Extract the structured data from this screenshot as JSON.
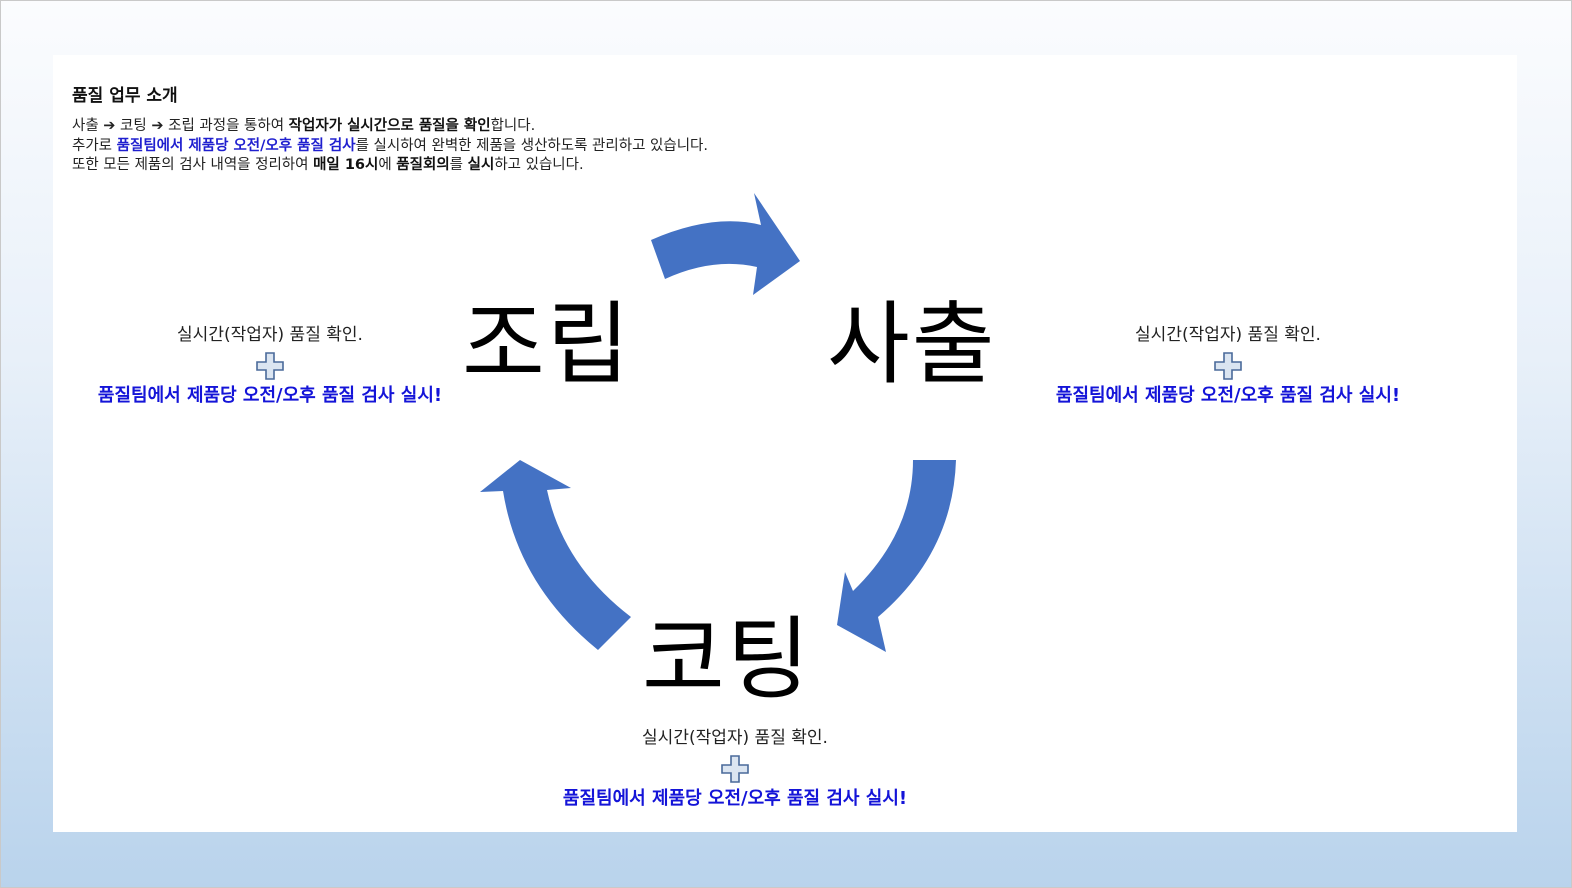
{
  "slide": {
    "title": "품질 업무 소개",
    "intro": {
      "line1": {
        "p1": "사출 ",
        "arrow1": "➔",
        "p2": " 코팅 ",
        "arrow2": "➔",
        "p3": " 조립 과정을 통하여 ",
        "bold1": "작업자가 실시간으로 품질을 확인",
        "p4": "합니다."
      },
      "line2": {
        "p1": "추가로 ",
        "blue1": "품질팀에서 제품당 오전/오후 품질 검사",
        "p2": "를 실시하여 완벽한 제품을 생산하도록 관리하고 있습니다."
      },
      "line3": {
        "p1": "또한 모든 제품의 검사 내역을 정리하여 ",
        "bold1": "매일 16시",
        "p2": "에 ",
        "bold2": "품질회의",
        "p3": "를 ",
        "bold3": "실시",
        "p4": "하고 있습니다."
      }
    },
    "stages": {
      "assembly": "조립",
      "injection": "사출",
      "coating": "코팅"
    },
    "notes": {
      "left": {
        "sub": "실시간(작업자) 품질 확인.",
        "em": "품질팀에서 제품당 오전/오후 품질 검사 실시!"
      },
      "right": {
        "sub": "실시간(작업자) 품질 확인.",
        "em": "품질팀에서 제품당 오전/오후 품질 검사 실시!"
      },
      "bottom": {
        "sub": "실시간(작업자) 품질 확인.",
        "em": "품질팀에서 제품당 오전/오후 품질 검사 실시!"
      }
    },
    "colors": {
      "arrow": "#4472c4",
      "plus_fill": "#dbe5f1",
      "plus_stroke": "#4a6a9a",
      "emphasis": "#1414d8"
    },
    "icons": [
      "cycle-arrow-icon",
      "plus-icon"
    ]
  }
}
